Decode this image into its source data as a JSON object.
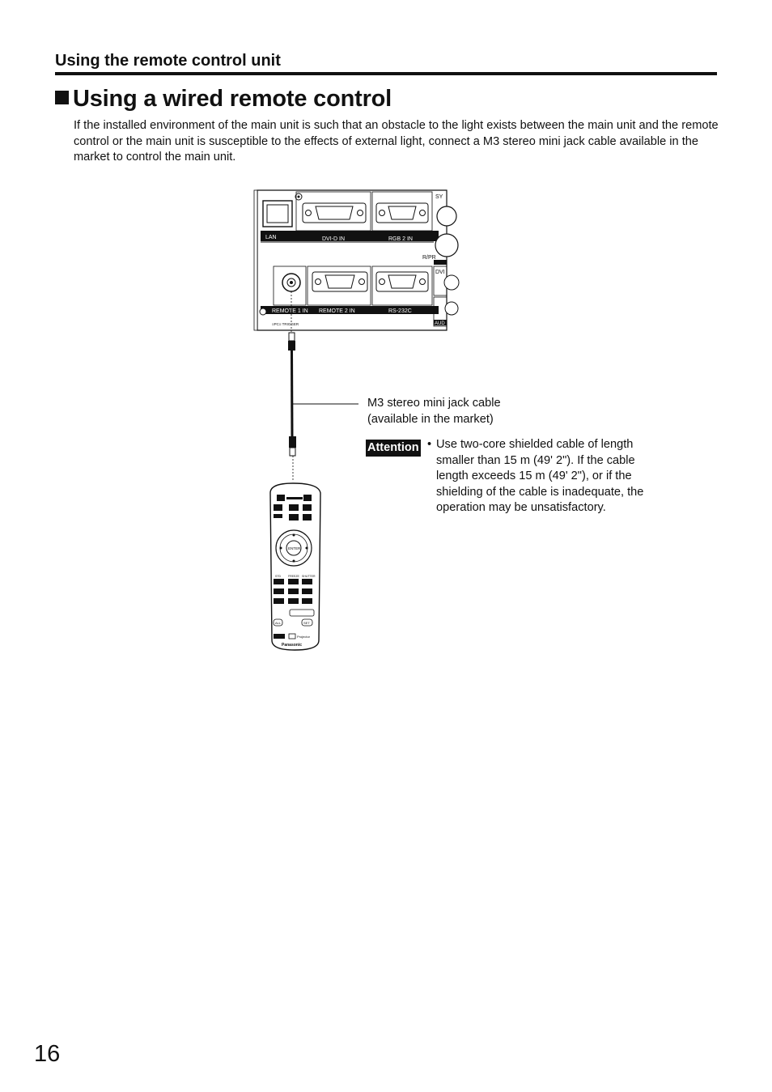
{
  "header": {
    "section_title": "Using the remote control unit"
  },
  "main": {
    "title": "Using a wired remote control",
    "intro": "If the installed environment of the main unit is such that an obstacle to the light exists between the main unit and the remote control or the main unit is susceptible to the effects of external light, connect a M3 stereo mini jack cable available in the market to control the main unit.",
    "cable_label_line1": "M3 stereo mini jack cable",
    "cable_label_line2": "(available in the market)",
    "attention_label": "Attention",
    "attention_bullet": "•",
    "attention_text": "Use two-core shielded cable of length smaller than 15 m (49' 2\"). If the cable length exceeds 15 m (49' 2\"), or if the shielding of the cable is inadequate, the operation may be unsatisfactory."
  },
  "panel": {
    "lan": "LAN",
    "dvid_in": "DVI-D IN",
    "rgb2_in": "RGB 2 IN",
    "sy": "SY",
    "r_pr": "R/PR",
    "dvi": "DVI",
    "remote1_in": "REMOTE 1 IN",
    "remote2_in": "REMOTE 2 IN",
    "rs232c": "RS-232C",
    "aud": "AUD",
    "small": "≡PC≡  TRIGGER"
  },
  "remote": {
    "enter": "ENTER",
    "brand": "Panasonic",
    "all": "ALL",
    "set": "SET",
    "projector": "Projector",
    "std": "STD",
    "freeze": "FREEZE",
    "shutter": "SHUTTER"
  },
  "footer": {
    "page_number": "16"
  }
}
